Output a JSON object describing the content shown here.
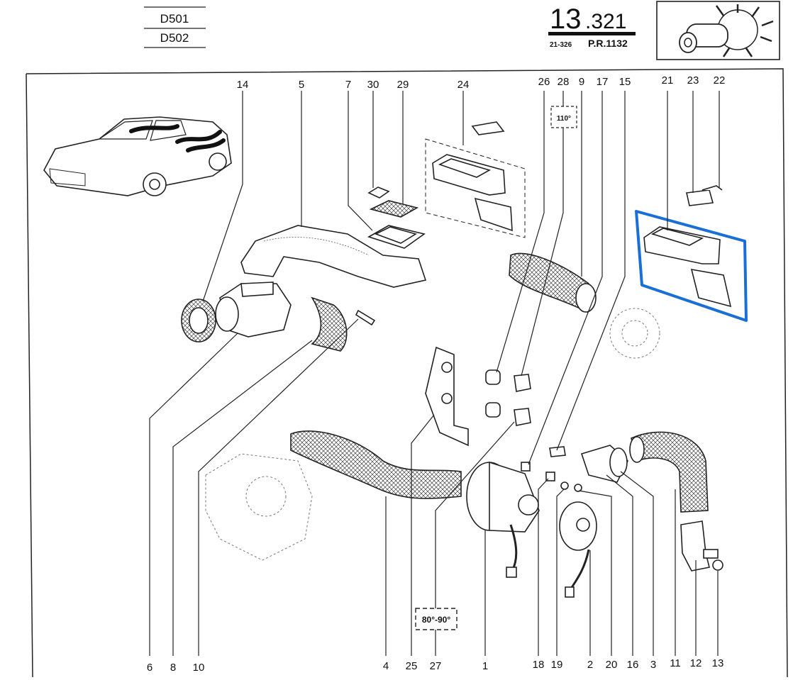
{
  "header": {
    "models": [
      "D501",
      "D502"
    ],
    "section_number_main": "13",
    "section_number_sub": ".321",
    "ref_code": "21-326",
    "pr_code": "P.R.1132"
  },
  "temperature_tags": {
    "upper": "110°",
    "lower": "80°-90°"
  },
  "callouts": {
    "top": [
      "14",
      "5",
      "7",
      "30",
      "29",
      "24",
      "26",
      "28",
      "9",
      "17",
      "15",
      "21",
      "23",
      "22"
    ],
    "bottom": [
      "6",
      "8",
      "10",
      "4",
      "25",
      "27",
      "1",
      "18",
      "19",
      "2",
      "20",
      "16",
      "3",
      "11",
      "12",
      "13"
    ]
  },
  "highlight_color": "#1a6fd6"
}
